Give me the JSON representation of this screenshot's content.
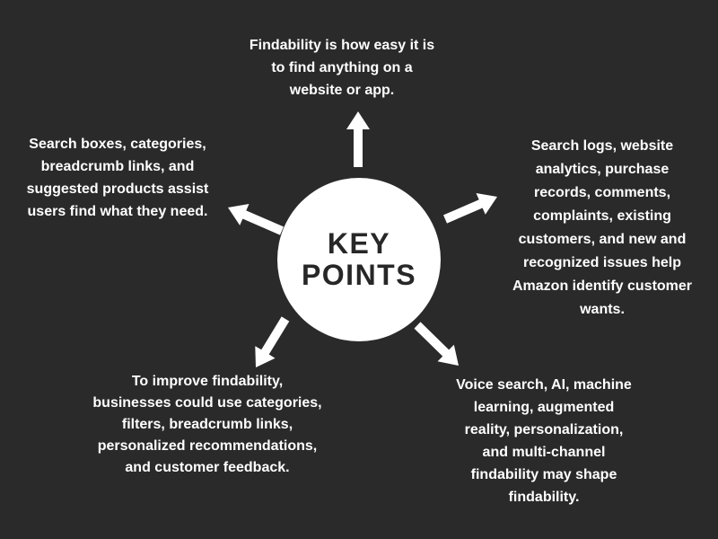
{
  "colors": {
    "background": "#2a2a2a",
    "shapes": "#ffffff",
    "center_text": "#272727",
    "callout_text": "#ffffff"
  },
  "center": {
    "label": "KEY POINTS",
    "lines": [
      "KEY",
      "POINTS"
    ]
  },
  "callouts": {
    "top": {
      "text": "Findability is how easy it is to find anything on a website or app.",
      "lines": [
        "Findability is how easy it is",
        "to find anything on a",
        "website or app."
      ]
    },
    "left": {
      "text": "Search boxes, categories, breadcrumb links, and suggested products assist users find what they need.",
      "lines": [
        "Search boxes, categories,",
        "breadcrumb links, and",
        "suggested products assist",
        "users find what they need."
      ]
    },
    "right": {
      "text": "Search logs, website analytics, purchase records, comments, complaints, existing customers, and new and recognized issues help Amazon identify customer wants.",
      "lines": [
        "Search logs, website",
        "analytics, purchase",
        "records, comments,",
        "complaints, existing",
        "customers, and new and",
        "recognized issues help",
        "Amazon identify customer",
        "wants."
      ]
    },
    "bottom_left": {
      "text": "To improve findability, businesses could use categories, filters, breadcrumb links, personalized recommendations, and customer feedback.",
      "lines": [
        "To improve findability,",
        "businesses could use categories,",
        "filters, breadcrumb links,",
        "personalized recommendations,",
        "and customer feedback."
      ]
    },
    "bottom_right": {
      "text": "Voice search, AI, machine learning, augmented reality, personalization, and multi-channel findability may shape findability.",
      "lines": [
        "Voice search, AI, machine",
        "learning, augmented",
        "reality, personalization,",
        "and multi-channel",
        "findability may shape",
        "findability."
      ]
    }
  },
  "arrows": [
    {
      "icon": "arrow-up-icon",
      "direction": "up",
      "points_to": "top"
    },
    {
      "icon": "arrow-upper-left-icon",
      "direction": "upper-left",
      "points_to": "left"
    },
    {
      "icon": "arrow-upper-right-icon",
      "direction": "upper-right",
      "points_to": "right"
    },
    {
      "icon": "arrow-lower-left-icon",
      "direction": "lower-left",
      "points_to": "bottom_left"
    },
    {
      "icon": "arrow-lower-right-icon",
      "direction": "lower-right",
      "points_to": "bottom_right"
    }
  ]
}
